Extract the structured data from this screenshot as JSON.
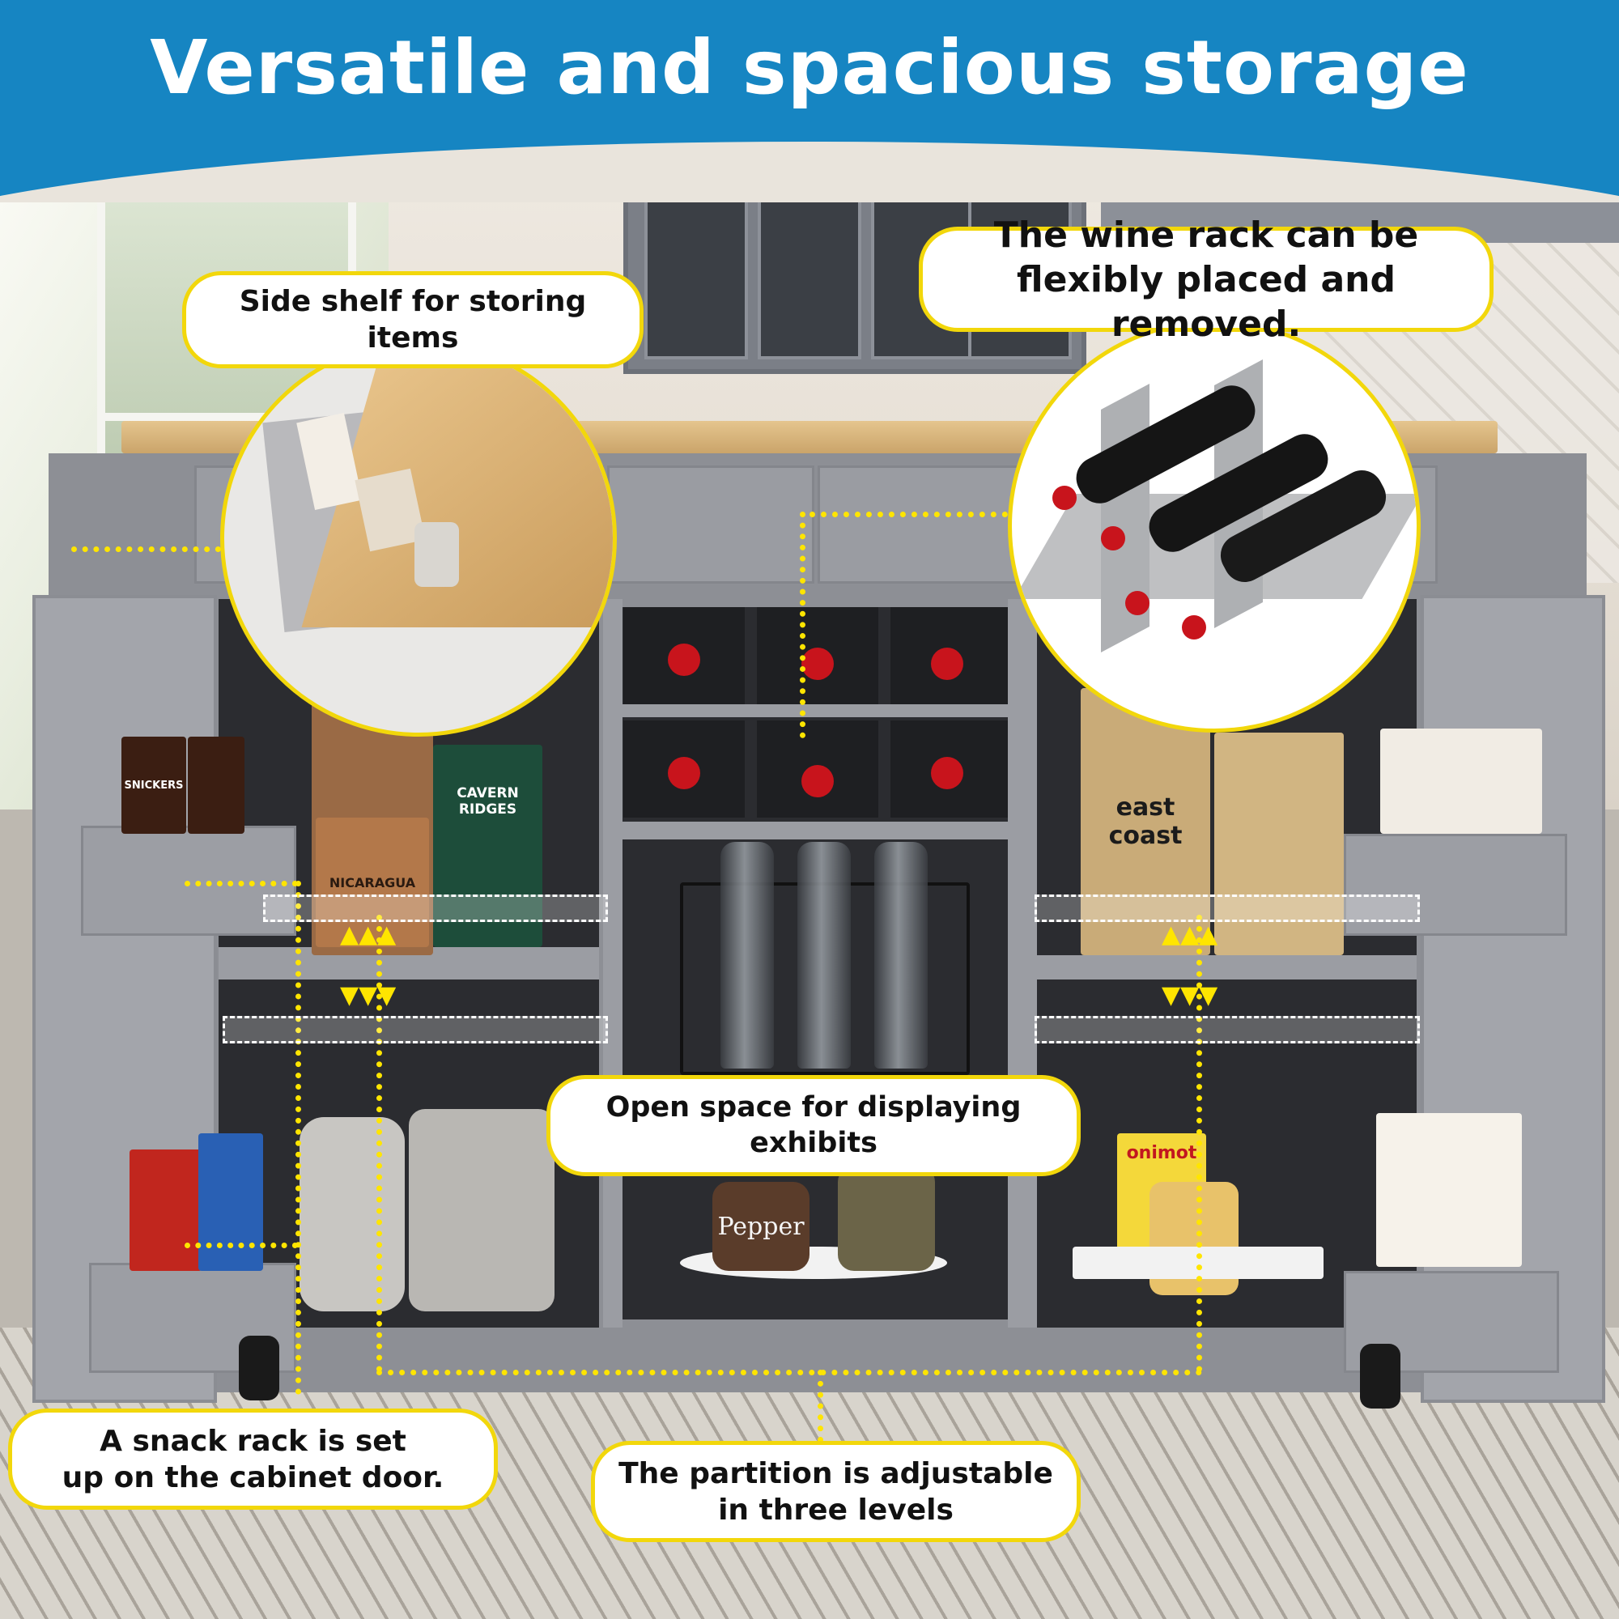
{
  "banner": {
    "title": "Versatile and spacious storage",
    "color": "#1685c2"
  },
  "callouts": {
    "side_shelf": "Side shelf for storing items",
    "wine_rack_line1": "The wine rack can be",
    "wine_rack_line2": "flexibly placed and removed.",
    "open_space": "Open space for displaying exhibits",
    "snack_rack_line1": "A snack rack is set",
    "snack_rack_line2": "up on the cabinet door.",
    "partition_line1": "The partition is adjustable",
    "partition_line2": "in three levels"
  },
  "colors": {
    "accent_border": "#f2d70b",
    "guide_dots": "#ffe500",
    "cabinet": "#8d8f95"
  },
  "product_labels": {
    "snickers": "SNICKERS",
    "cavern_ridges": "CAVERN RIDGES",
    "nicaragua": "NICARAGUA",
    "east_coast": "east coast",
    "pepper": "Pepper",
    "tomino": "onimot"
  }
}
